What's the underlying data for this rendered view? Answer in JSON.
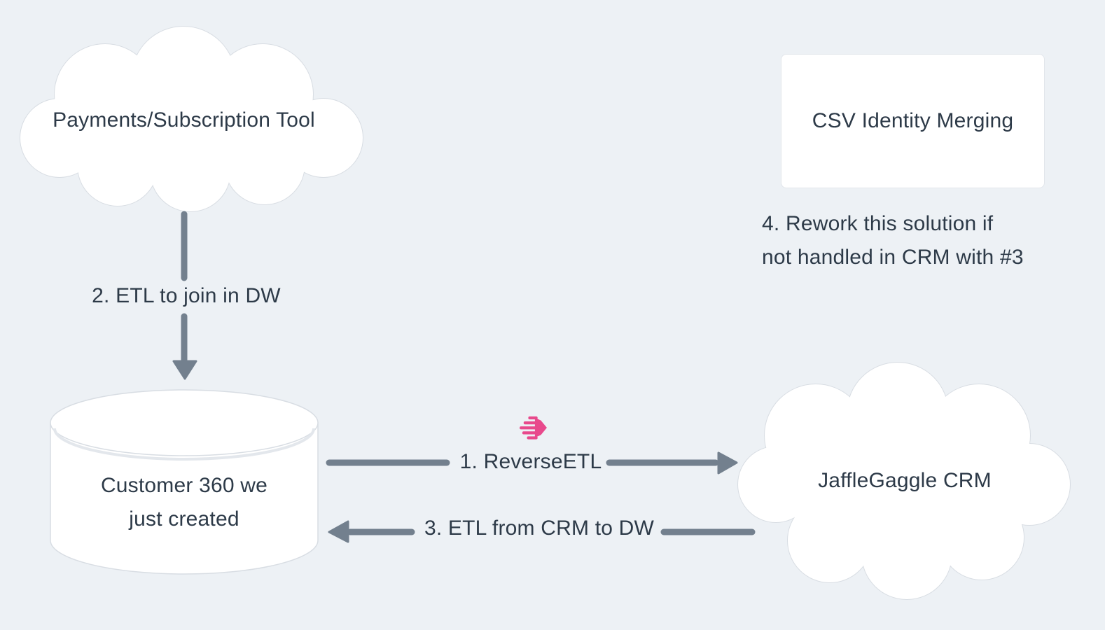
{
  "diagram": {
    "background_color": "#edf1f5",
    "node_fill_color": "#ffffff",
    "node_border_color": "#d8dde3",
    "arrow_color": "#73808e",
    "text_color": "#2d3a48",
    "nodes": {
      "payments_tool": {
        "shape": "cloud",
        "label": "Payments/Subscription Tool"
      },
      "csv_identity_merging": {
        "shape": "rectangle",
        "label": "CSV Identity Merging"
      },
      "customer_360": {
        "shape": "database-cylinder",
        "label_line1": "Customer 360 we",
        "label_line2": "just created"
      },
      "jafflegaggle_crm": {
        "shape": "cloud",
        "label": "JaffleGaggle CRM"
      }
    },
    "edges": {
      "reverse_etl": {
        "label": "1. ReverseETL",
        "from": "customer_360",
        "to": "jafflegaggle_crm",
        "direction": "right"
      },
      "etl_to_join": {
        "label": "2. ETL to join in DW",
        "from": "payments_tool",
        "to": "customer_360",
        "direction": "down"
      },
      "etl_from_crm": {
        "label": "3. ETL from CRM to DW",
        "from": "jafflegaggle_crm",
        "to": "customer_360",
        "direction": "left"
      }
    },
    "note": {
      "line1": "4. Rework this solution if",
      "line2": "not handled in CRM with #3"
    },
    "icons": {
      "reverse_etl_logo": {
        "name": "striped-hexagon-logo",
        "color": "#e8498c"
      }
    }
  }
}
